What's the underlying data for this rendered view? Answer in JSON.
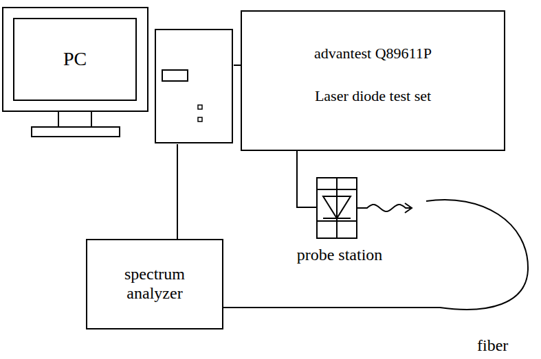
{
  "diagram": {
    "nodes": [
      {
        "text": [
          "PC"
        ]
      },
      {
        "text": [
          "advantest Q89611P",
          "Laser diode test set"
        ]
      },
      {
        "text": [
          "probe station"
        ]
      },
      {
        "text": [
          "spectrum analyzer"
        ]
      }
    ],
    "edges": [
      {
        "from": 0,
        "to": 1,
        "arrow": "none"
      },
      {
        "from": 1,
        "to": 2,
        "arrow": "none"
      },
      {
        "from": 0,
        "to": 3,
        "arrow": "none"
      },
      {
        "from": 2,
        "to": 3,
        "arrow": "none"
      }
    ],
    "labels": [
      "fiber"
    ]
  }
}
